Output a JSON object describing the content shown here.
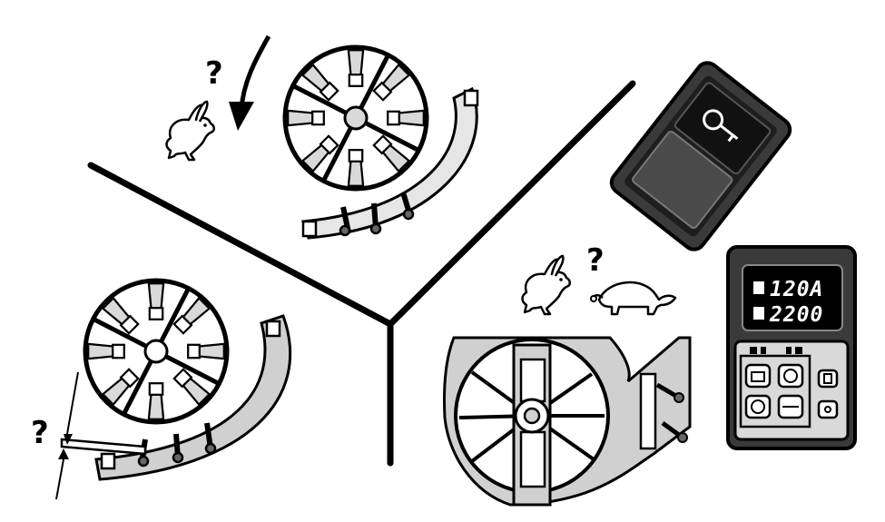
{
  "question_marks": {
    "top_left": "?",
    "right_animals": "?",
    "bottom_left": "?"
  },
  "console": {
    "display_line_1": "120A",
    "display_line_2": "2200"
  },
  "icons": [
    "hare-icon",
    "tortoise-icon",
    "curved-arrow-icon",
    "reel-cutting-unit",
    "ignition-key-icon",
    "rocker-switch",
    "control-console"
  ],
  "colors": {
    "ink": "#000000",
    "fill_light": "#d9d9d9",
    "fill_mid": "#8c8c8c",
    "panel_dark": "#2a2a2a"
  }
}
